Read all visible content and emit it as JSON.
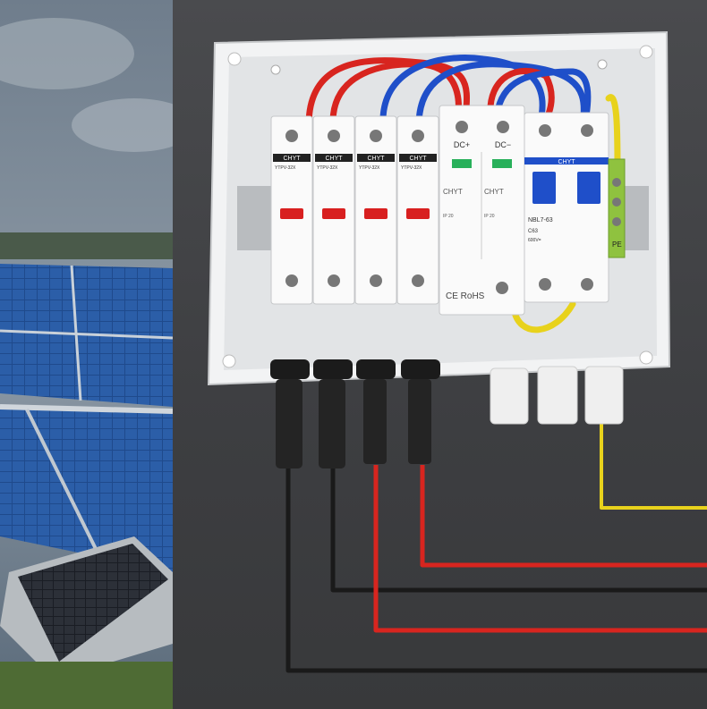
{
  "fuse_holders": [
    {
      "brand": "CHYT",
      "model": "YTPV-32X"
    },
    {
      "brand": "CHYT",
      "model": "YTPV-32X"
    },
    {
      "brand": "CHYT",
      "model": "YTPV-32X"
    },
    {
      "brand": "CHYT",
      "model": "YTPV-32X"
    }
  ],
  "spd": [
    {
      "terminal": "DC+",
      "brand": "CHYT",
      "ip": "IP 20"
    },
    {
      "terminal": "DC−",
      "brand": "CHYT",
      "ip": "IP 20"
    }
  ],
  "spd_footer": {
    "cert": "CE RoHS"
  },
  "breaker": {
    "brand": "CHYT",
    "model": "NBL7-63",
    "rating": "C63",
    "spec": "600V=",
    "pe_label": "PE"
  },
  "colors": {
    "red_wire": "#d8251f",
    "blue_wire": "#1f4fc9",
    "black_wire": "#1a1a1a",
    "yellow_wire": "#e8d21c",
    "enclosure": "#e8e9ea",
    "wall": "#414245"
  }
}
